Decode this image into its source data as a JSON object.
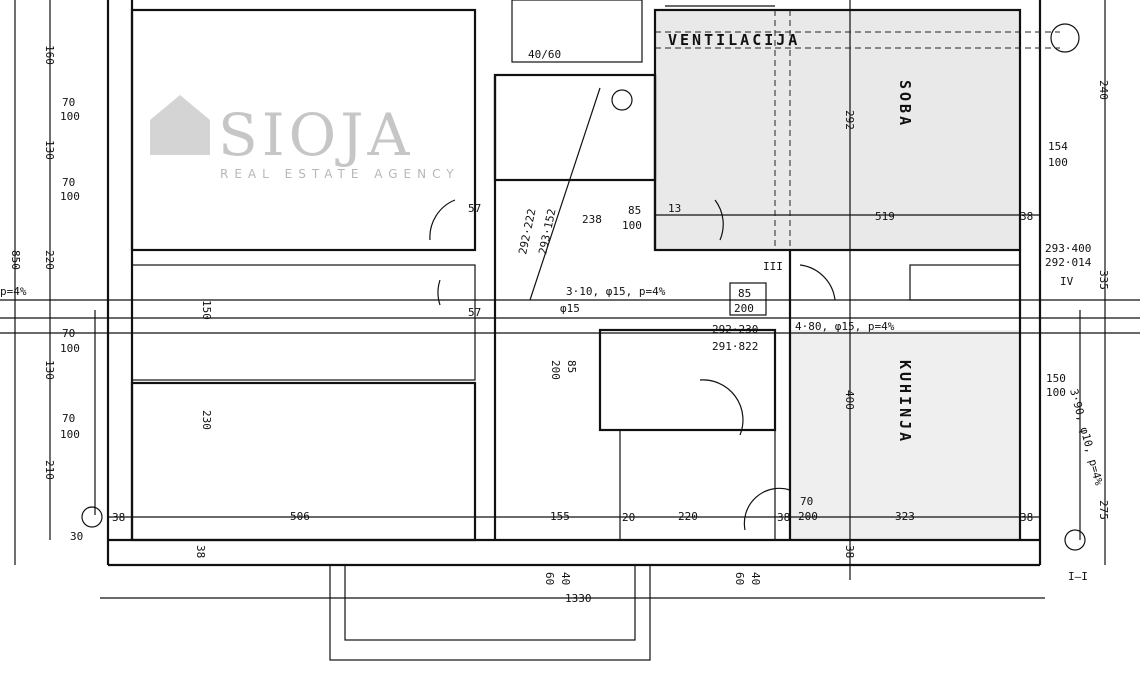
{
  "plan": {
    "rooms": {
      "soba": "SOBA",
      "kuhinja": "KUHINJA",
      "ventilacija": "VENTILACIJA"
    },
    "dimensions": {
      "total_height": "850",
      "d160": "160",
      "d130a": "130",
      "d130b": "130",
      "d220": "220",
      "d230": "230",
      "d210": "210",
      "d150": "150",
      "win1": "70",
      "win1b": "100",
      "win2": "70",
      "win2b": "100",
      "win3": "70",
      "win3b": "100",
      "win4": "70",
      "win4b": "100",
      "bottom_506": "506",
      "bottom_38a": "38",
      "bottom_155": "155",
      "bottom_20": "20",
      "bottom_220": "220",
      "bottom_38b": "38",
      "bottom_323": "323",
      "bottom_38c": "38",
      "total_width": "1330",
      "soba_width": "519",
      "soba_38": "38",
      "soba_height": "292",
      "soba_win": "154",
      "soba_win_b": "100",
      "right_240": "240",
      "right_335": "335",
      "right_275": "275",
      "kuh_height": "400",
      "kuh_win": "150",
      "kuh_win_b": "100",
      "kuh_38": "38",
      "hall_238": "238",
      "door_85": "85",
      "door_100": "100",
      "door_13": "13",
      "door_57": "57",
      "door_57b": "57",
      "box_4060": "40/60",
      "door_70": "70",
      "door_200": "200",
      "step_60a": "60",
      "step_40a": "40",
      "step_60b": "60",
      "step_40b": "40",
      "bath_85": "85",
      "bath_200b": "200",
      "col_38": "38",
      "col_30": "30"
    },
    "pipes": {
      "pipe1": "3·10, φ15, p=4%",
      "pipe1b": "φ15",
      "pipe2": "4·80, φ15, p=4%",
      "pipe3": "3·90, φ10, p=4%",
      "pipe_left": "p=4%",
      "diag1": "292·222",
      "diag2": "293·152",
      "lvl1": "292·230",
      "lvl2": "291·822",
      "lvl3": "293·400",
      "lvl4": "292·014",
      "box_85": "85",
      "box_200": "200"
    },
    "sections": {
      "s3": "III",
      "s4": "IV",
      "s1": "I–I"
    },
    "watermark": {
      "brand": "SIOJA",
      "tagline": "REAL ESTATE AGENCY"
    }
  }
}
